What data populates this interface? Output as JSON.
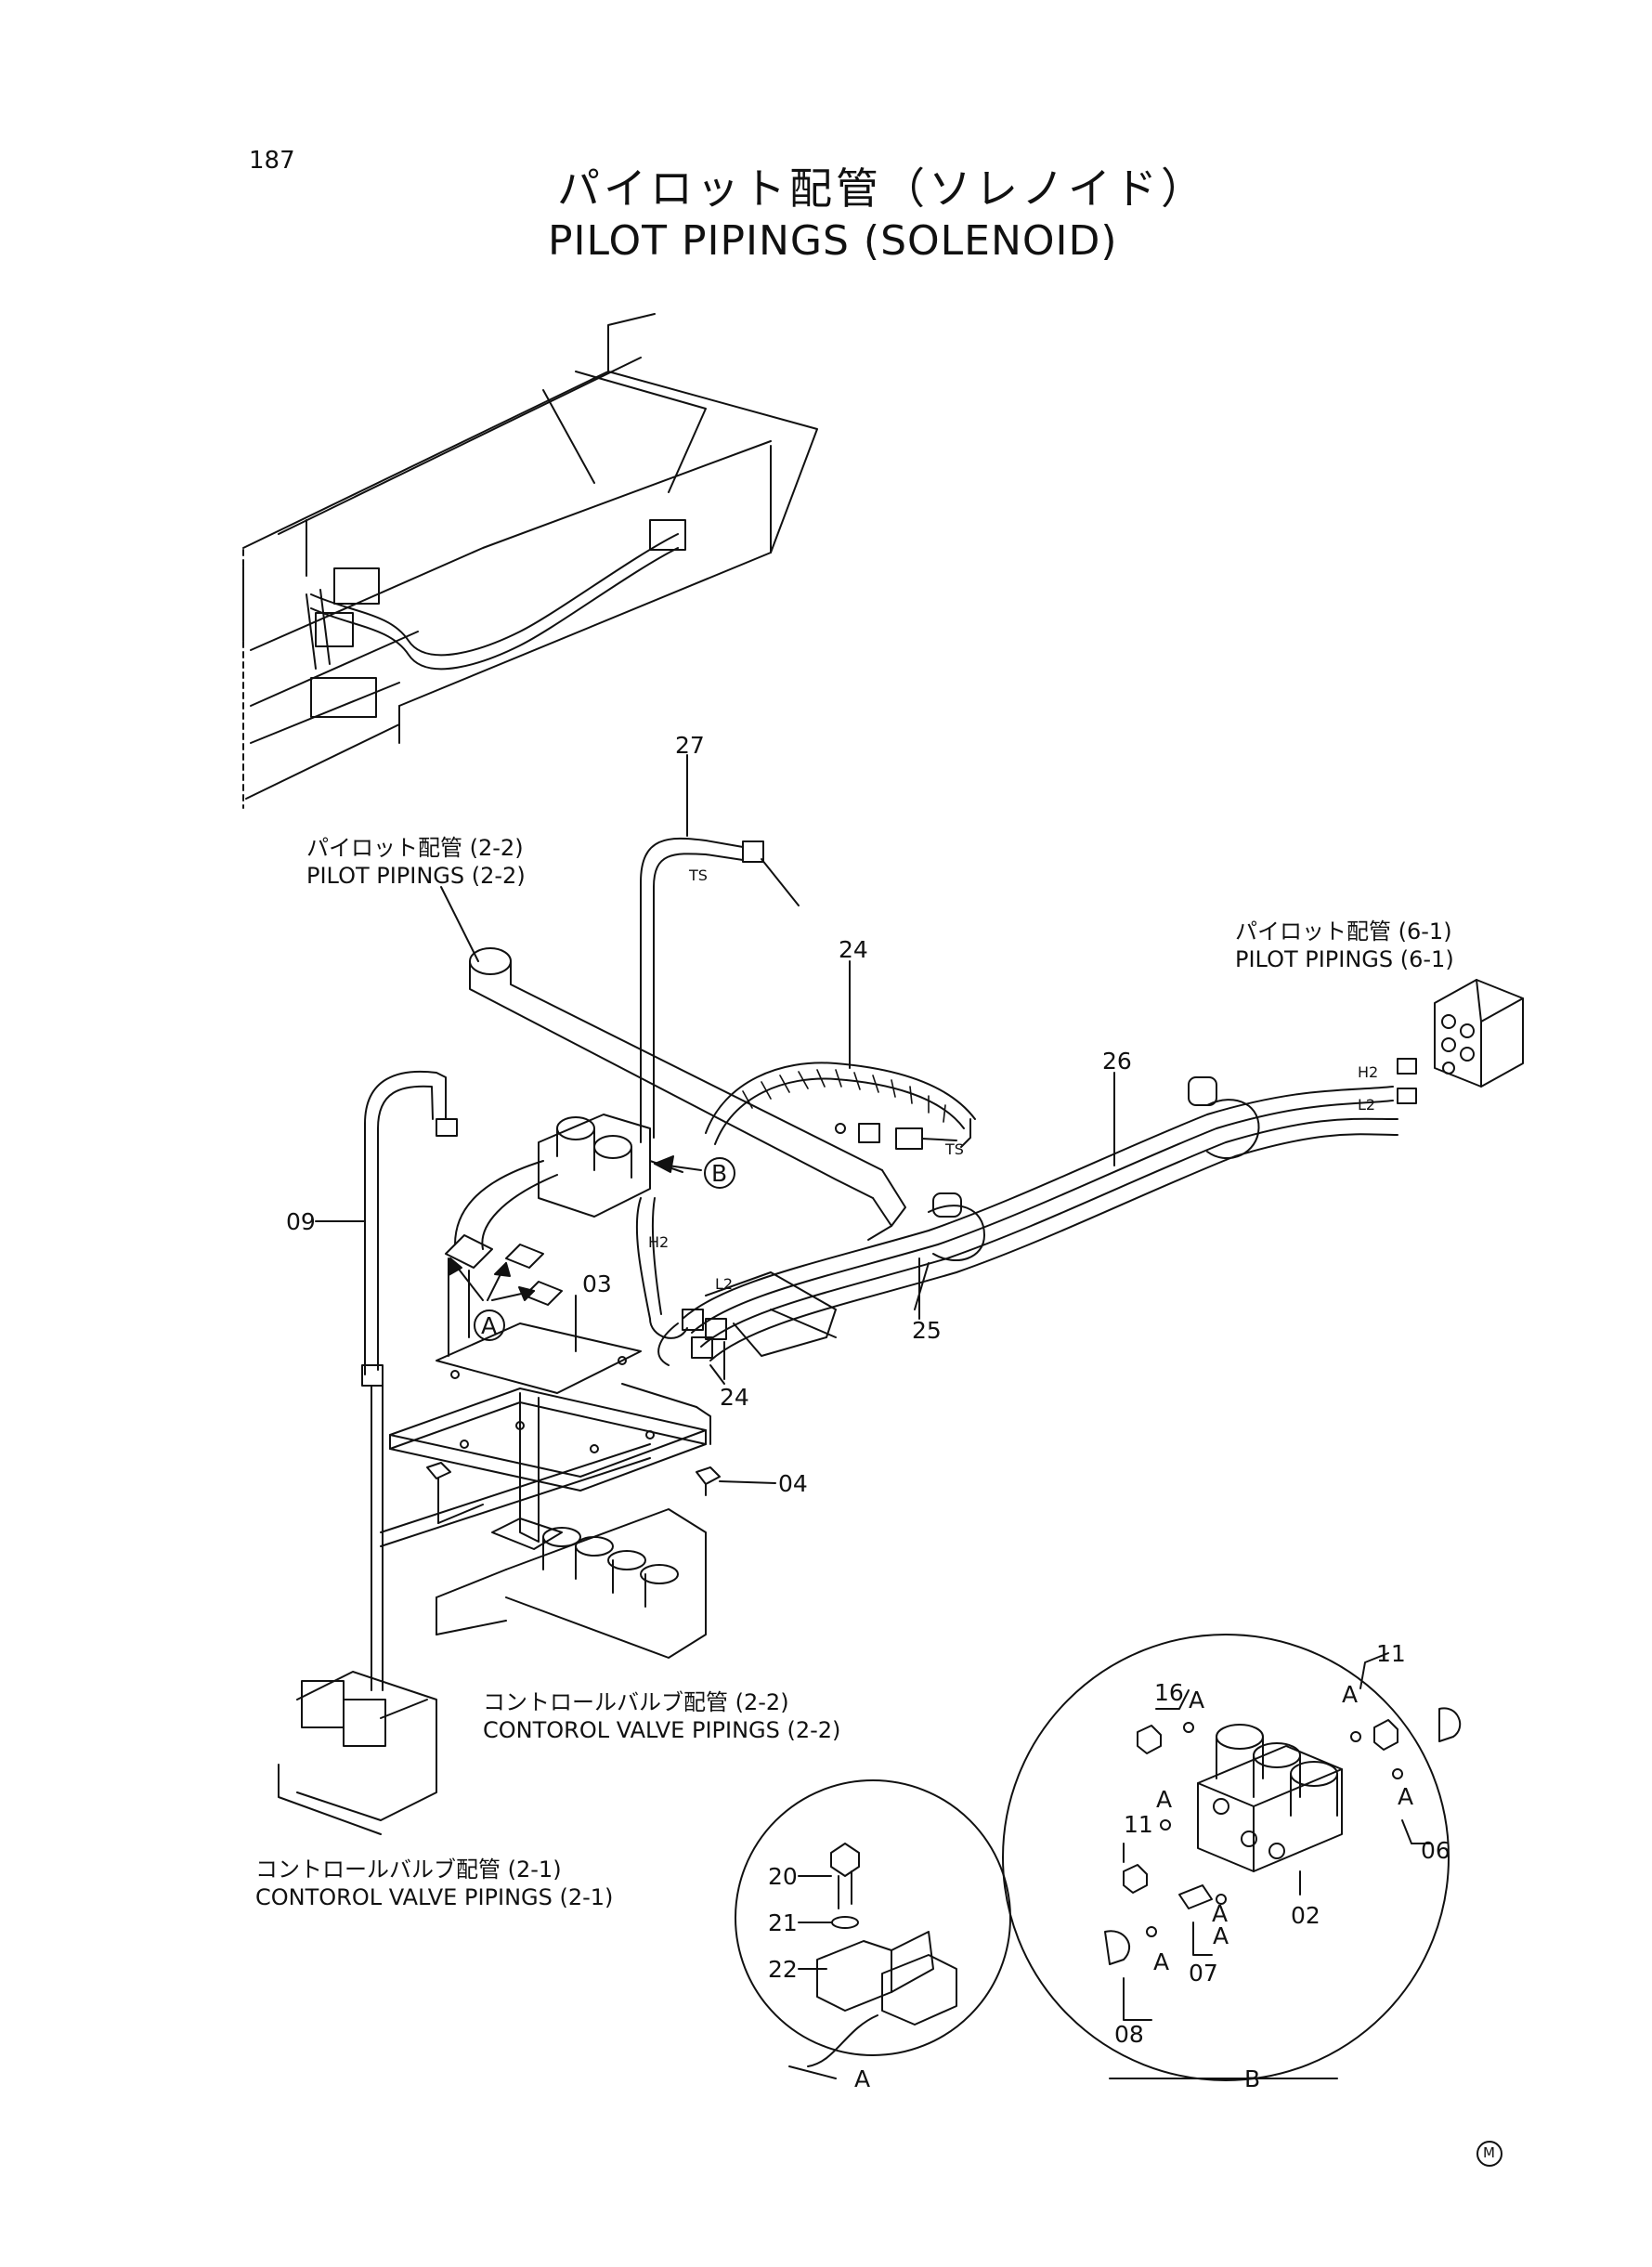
{
  "page": {
    "number": "187",
    "title_jp": "パイロット配管（ソレノイド）",
    "title_en": "PILOT PIPINGS (SOLENOID)"
  },
  "references": {
    "pilot_2_2": {
      "jp": "パイロット配管 (2-2)",
      "en": "PILOT PIPINGS (2-2)"
    },
    "pilot_6_1": {
      "jp": "パイロット配管 (6-1)",
      "en": "PILOT PIPINGS (6-1)"
    },
    "control_2_2": {
      "jp": "コントロールバルブ配管 (2-2)",
      "en": "CONTOROL VALVE PIPINGS (2-2)"
    },
    "control_2_1": {
      "jp": "コントロールバルブ配管 (2-1)",
      "en": "CONTOROL VALVE PIPINGS (2-1)"
    }
  },
  "part_numbers": {
    "p27": "27",
    "p24a": "24",
    "p24b": "24",
    "p26": "26",
    "p25": "25",
    "p09": "09",
    "p03": "03",
    "p04": "04",
    "p16": "16",
    "p11a": "11",
    "p11b": "11",
    "p06": "06",
    "p02": "02",
    "p07": "07",
    "p08": "08",
    "p20": "20",
    "p21": "21",
    "p22": "22"
  },
  "port_labels": {
    "ts_top": "TS",
    "ts_mid": "TS",
    "h2_mid": "H2",
    "h2_right": "H2",
    "l2_mid": "L2",
    "l2_right": "L2"
  },
  "callouts": {
    "a_marker": "A",
    "b_marker": "B",
    "detail_a_label": "A",
    "detail_b_label": "B",
    "a_tag_1": "A",
    "a_tag_2": "A",
    "a_tag_3": "A",
    "a_tag_4": "A",
    "a_tag_5": "A",
    "a_tag_6": "A",
    "a_tag_7": "A"
  },
  "footer": {
    "mark": "M"
  }
}
